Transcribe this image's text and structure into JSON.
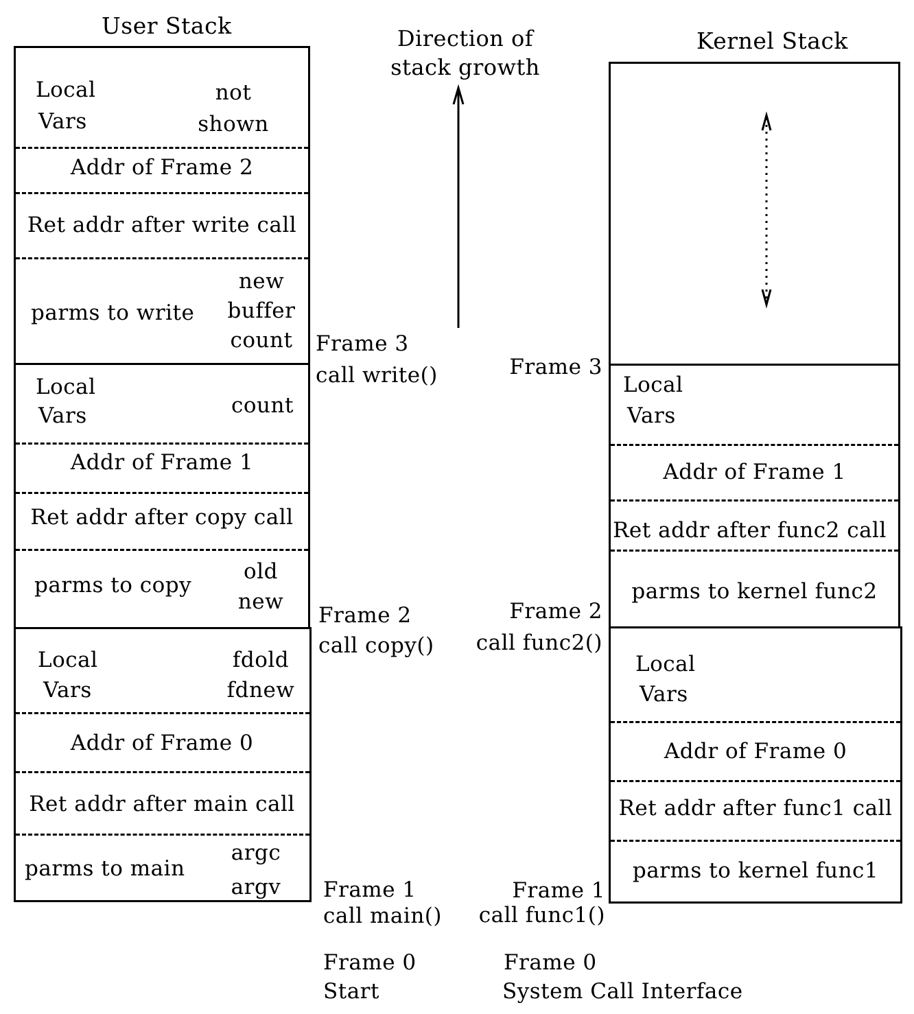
{
  "user_stack": {
    "title": "User Stack",
    "frame3": {
      "local_vars": [
        "Local",
        "Vars"
      ],
      "local_values": [
        "not",
        "shown"
      ],
      "addr": "Addr of Frame 2",
      "ret": "Ret addr after write call",
      "parms": "parms to write",
      "parm_values": [
        "new",
        "buffer",
        "count"
      ]
    },
    "frame2": {
      "local_vars": [
        "Local",
        "Vars"
      ],
      "local_values": [
        "count"
      ],
      "addr": "Addr of Frame 1",
      "ret": "Ret addr after copy call",
      "parms": "parms to copy",
      "parm_values": [
        "old",
        "new"
      ]
    },
    "frame1": {
      "local_vars": [
        "Local",
        "Vars"
      ],
      "local_values": [
        "fdold",
        "fdnew"
      ],
      "addr": "Addr of Frame 0",
      "ret": "Ret addr after main call",
      "parms": "parms to main",
      "parm_values": [
        "argc",
        "argv"
      ]
    }
  },
  "kernel_stack": {
    "title": "Kernel Stack",
    "frame2": {
      "local_vars": [
        "Local",
        "Vars"
      ],
      "addr": "Addr of Frame 1",
      "ret": "Ret addr after func2 call",
      "parms": "parms to kernel func2"
    },
    "frame1": {
      "local_vars": [
        "Local",
        "Vars"
      ],
      "addr": "Addr of Frame 0",
      "ret": "Ret addr after func1 call",
      "parms": "parms to kernel func1"
    }
  },
  "growth": {
    "line1": "Direction of",
    "line2": "stack growth"
  },
  "user_labels": {
    "frame3": [
      "Frame 3",
      "call write()"
    ],
    "frame2": [
      "Frame 2",
      "call copy()"
    ],
    "frame1": [
      "Frame 1",
      "call main()"
    ],
    "frame0": [
      "Frame 0",
      "Start"
    ]
  },
  "kernel_labels": {
    "frame3": [
      "Frame 3"
    ],
    "frame2": [
      "Frame 2",
      "call func2()"
    ],
    "frame1": [
      "Frame 1",
      "call func1()"
    ],
    "frame0": [
      "Frame 0",
      "System Call Interface"
    ]
  }
}
